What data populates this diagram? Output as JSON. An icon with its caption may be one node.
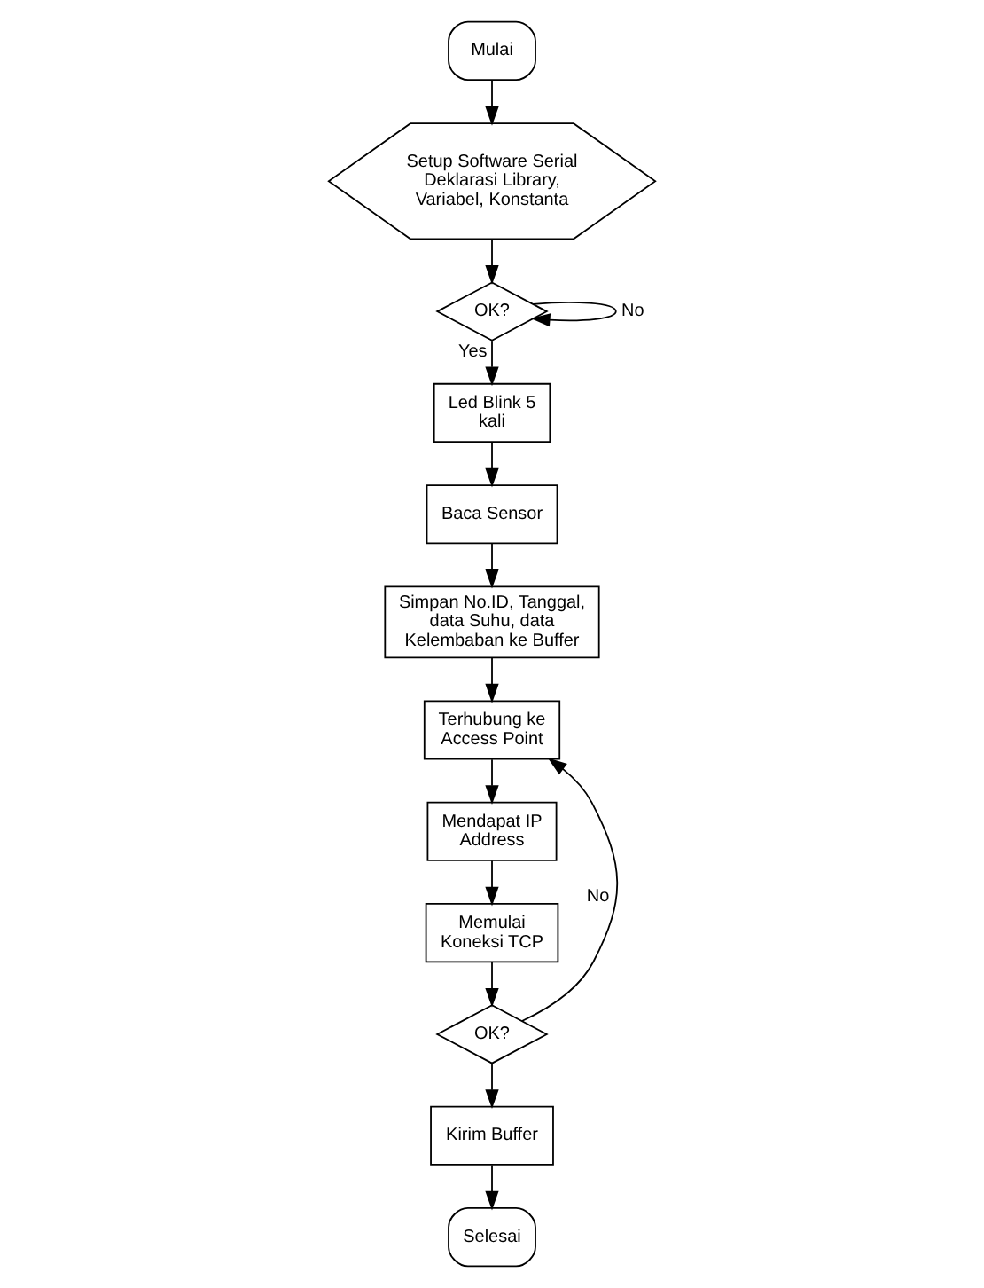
{
  "diagram": {
    "nodes": [
      {
        "text": [
          "Mulai"
        ]
      },
      {
        "text": [
          "Setup Software Serial Deklarasi Library, Variabel, Konstanta"
        ]
      },
      {
        "text": [
          "OK?"
        ]
      },
      {
        "text": [
          "Led Blink 5 kali"
        ]
      },
      {
        "text": [
          "Baca Sensor"
        ]
      },
      {
        "text": [
          "Simpan No.ID, Tanggal, data Suhu, data Kelembaban ke Buffer"
        ]
      },
      {
        "text": [
          "Terhubung ke Access Point"
        ]
      },
      {
        "text": [
          "Mendapat IP Address"
        ]
      },
      {
        "text": [
          "Memulai Koneksi TCP"
        ]
      },
      {
        "text": [
          "OK?"
        ]
      },
      {
        "text": [
          "Kirim Buffer"
        ]
      },
      {
        "text": [
          "Selesai"
        ]
      }
    ],
    "edges": [
      {
        "from": 0,
        "to": 1,
        "arrow": "to"
      },
      {
        "from": 1,
        "to": 2,
        "arrow": "to"
      },
      {
        "from": 2,
        "to": 2,
        "arrow": "to",
        "label": "No"
      },
      {
        "from": 2,
        "to": 3,
        "arrow": "to",
        "label": "Yes"
      },
      {
        "from": 3,
        "to": 4,
        "arrow": "to"
      },
      {
        "from": 4,
        "to": 5,
        "arrow": "to"
      },
      {
        "from": 5,
        "to": 6,
        "arrow": "to"
      },
      {
        "from": 6,
        "to": 7,
        "arrow": "to"
      },
      {
        "from": 7,
        "to": 8,
        "arrow": "to"
      },
      {
        "from": 8,
        "to": 9,
        "arrow": "to"
      },
      {
        "from": 9,
        "to": 6,
        "arrow": "to",
        "label": "No"
      },
      {
        "from": 9,
        "to": 10,
        "arrow": "to"
      },
      {
        "from": 10,
        "to": 11,
        "arrow": "to"
      }
    ]
  }
}
